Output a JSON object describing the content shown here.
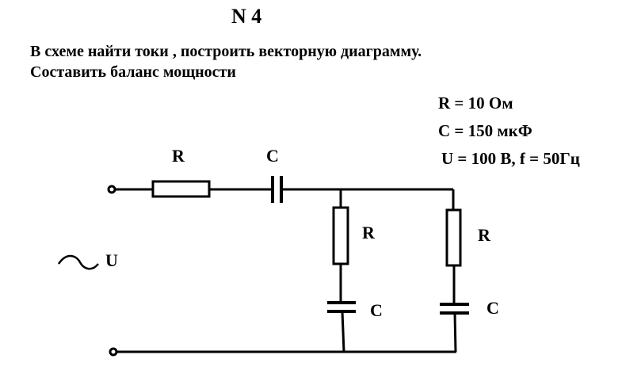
{
  "title": "N 4",
  "task": {
    "line1": "В схеме найти токи , построить векторную диаграмму.",
    "line2": "Составить баланс мощности"
  },
  "params": {
    "r": "R = 10 Ом",
    "c": "C = 150 мкФ",
    "u_f": "U = 100 В, f = 50Гц"
  },
  "labels": {
    "series_r": "R",
    "series_c": "C",
    "branch1_r": "R",
    "branch1_c": "C",
    "branch2_r": "R",
    "branch2_c": "C",
    "source_u": "U"
  }
}
